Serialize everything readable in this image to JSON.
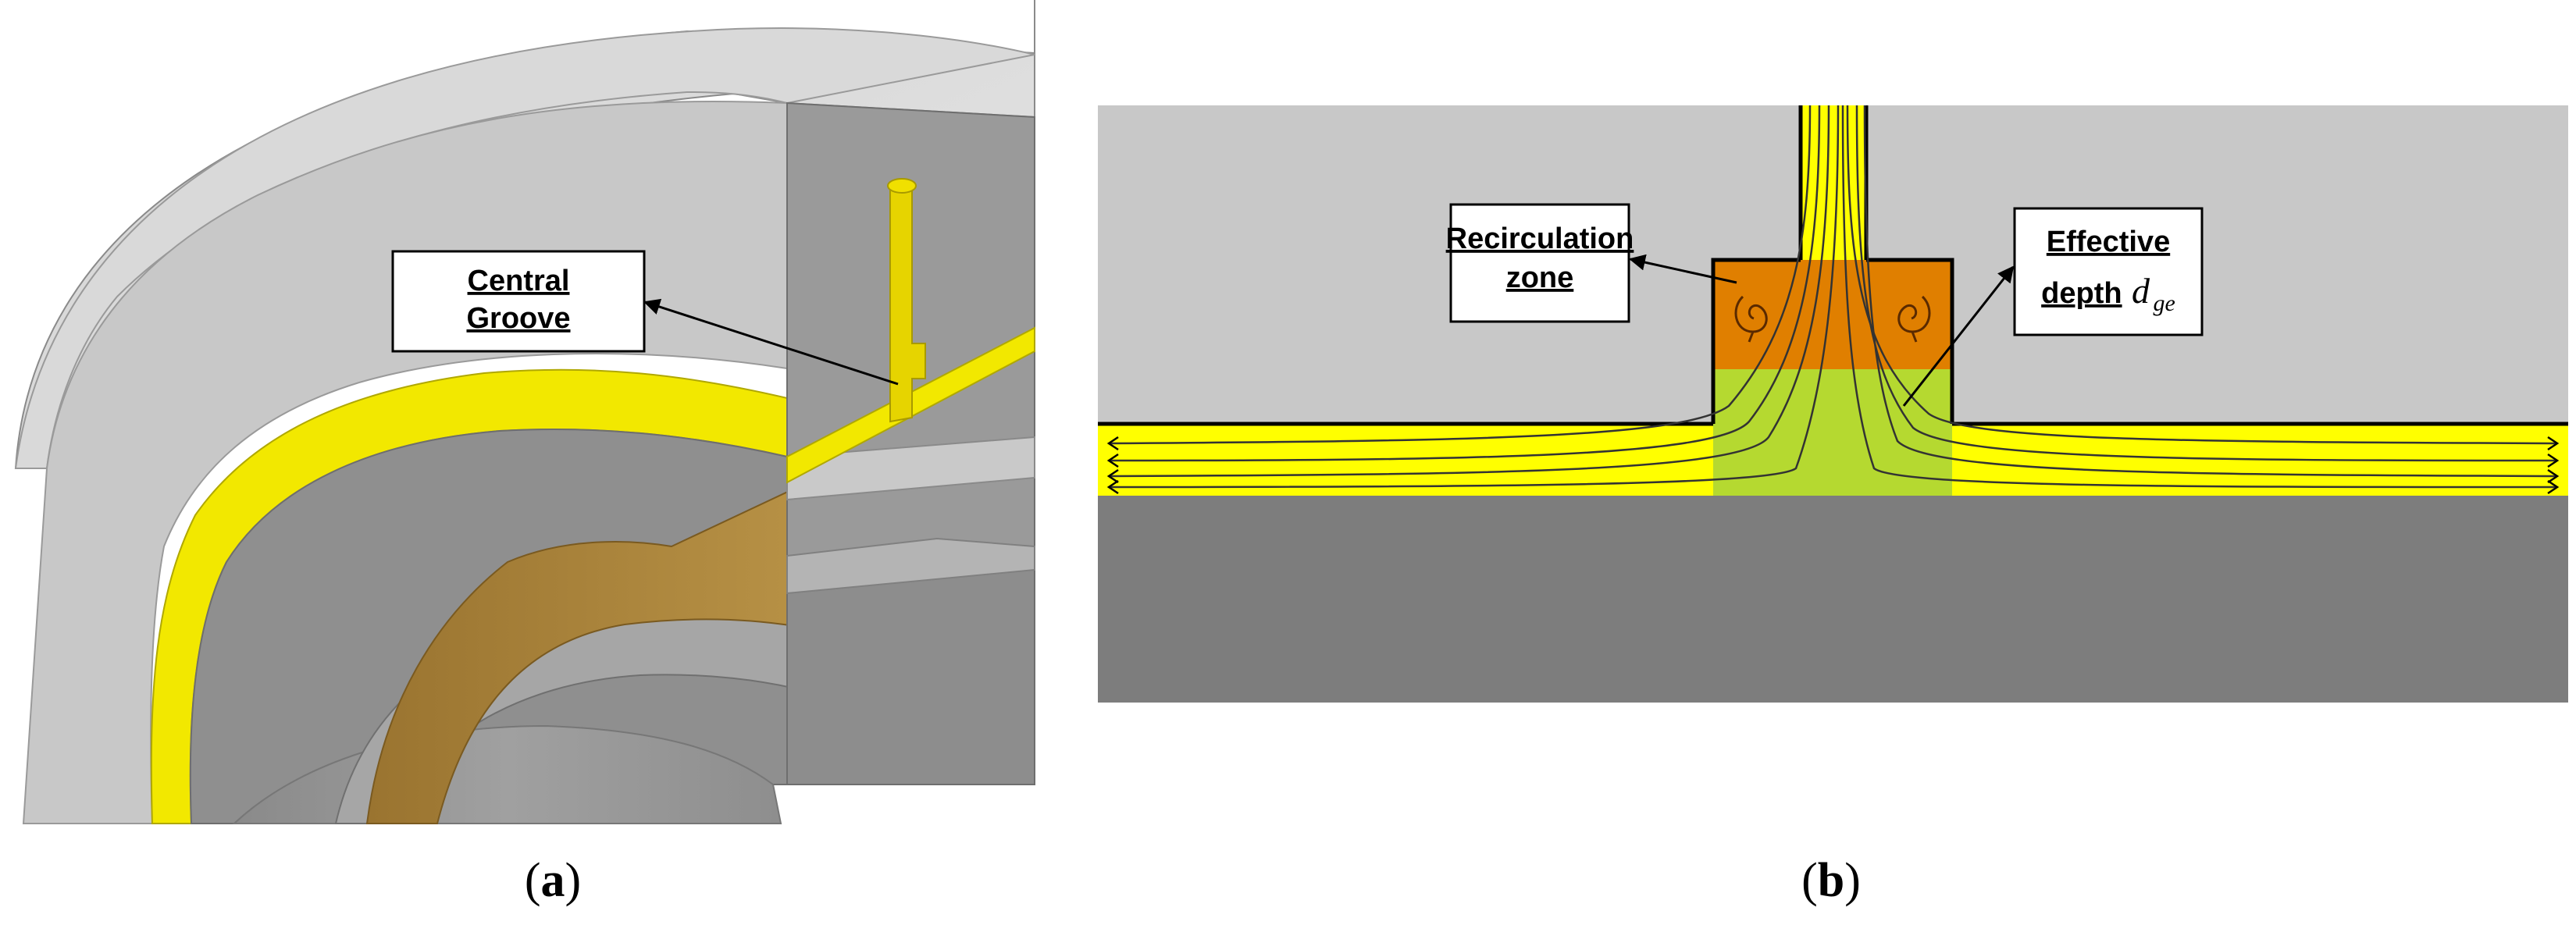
{
  "panel_a": {
    "label_line1": "Central",
    "label_line2": "Groove",
    "caption_open": "(",
    "caption_letter": "a",
    "caption_close": ")"
  },
  "panel_b": {
    "recirc_line1": "Recirculation",
    "recirc_line2": "zone",
    "depth_line1": "Effective",
    "depth_line2": "depth",
    "depth_symbol": "d",
    "depth_subscript": "ge",
    "caption_open": "(",
    "caption_letter": "b",
    "caption_close": ")"
  },
  "colors": {
    "body_light": "#c8c8c8",
    "body_dark": "#7d7d7d",
    "lubricant": "#ffff00",
    "recirculation": "#e07f00",
    "effective_depth": "#b5d930",
    "element": "#b48a3a"
  }
}
